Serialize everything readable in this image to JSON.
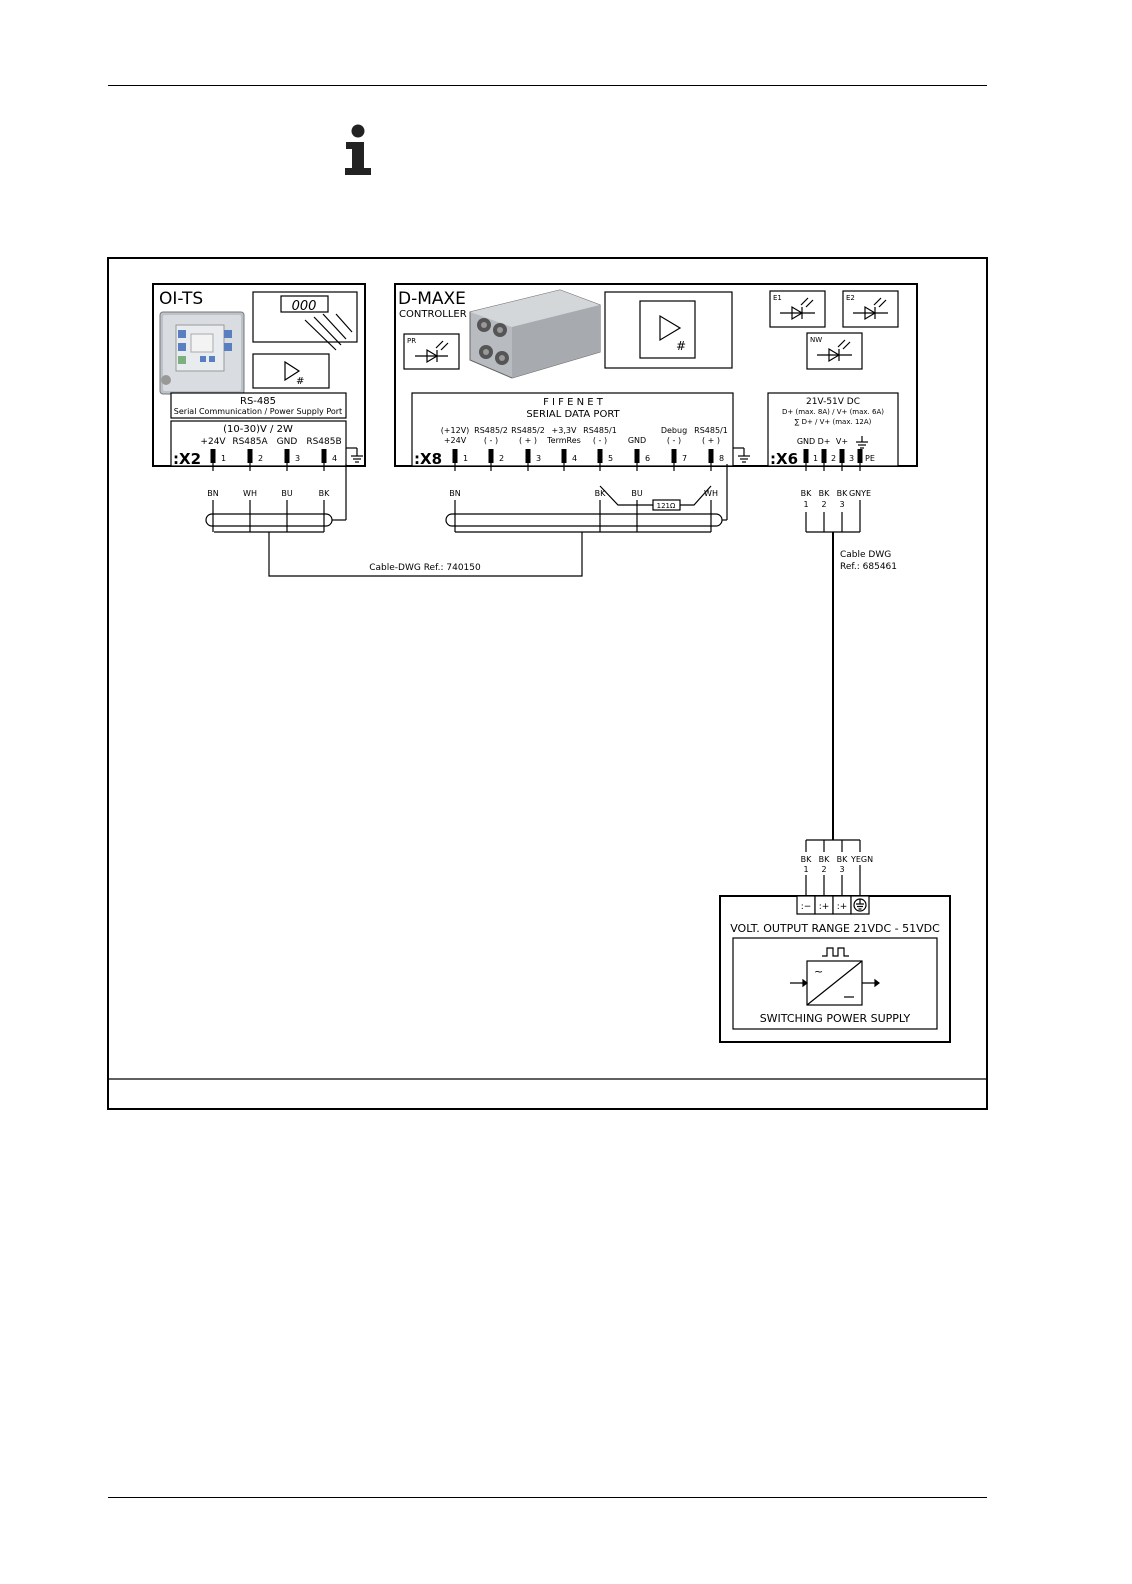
{
  "oits": {
    "title": "OI-TS",
    "display_value": "000",
    "port_title": "RS-485",
    "port_subtitle": "Serial Communication / Power Supply Port",
    "supply": "(10-30)V / 2W",
    "connector": ":X2",
    "pins": [
      {
        "label": "+24V",
        "num": "1",
        "wire": "BN"
      },
      {
        "label": "RS485A",
        "num": "2",
        "wire": "WH"
      },
      {
        "label": "GND",
        "num": "3",
        "wire": "BU"
      },
      {
        "label": "RS485B",
        "num": "4",
        "wire": "BK"
      }
    ]
  },
  "dmaxe": {
    "title": "D-MAXE",
    "subtitle": "CONTROLLER",
    "indicator_pr": "PR",
    "indicator_e1": "E1",
    "indicator_e2": "E2",
    "indicator_nw": "NW",
    "port_title": "F I F E N E T",
    "port_subtitle": "SERIAL DATA PORT",
    "connector": ":X8",
    "pins": [
      {
        "top": "(+12V)",
        "label": "+24V",
        "num": "1",
        "wire": "BN"
      },
      {
        "top": "RS485/2",
        "label": "( - )",
        "num": "2",
        "wire": ""
      },
      {
        "top": "RS485/2",
        "label": "( + )",
        "num": "3",
        "wire": ""
      },
      {
        "top": "+3,3V",
        "label": "TermRes",
        "num": "4",
        "wire": ""
      },
      {
        "top": "RS485/1",
        "label": "( - )",
        "num": "5",
        "wire": "BK"
      },
      {
        "top": "",
        "label": "GND",
        "num": "6",
        "wire": "BU"
      },
      {
        "top": "Debug",
        "label": "( - )",
        "num": "7",
        "wire": ""
      },
      {
        "top": "RS485/1",
        "label": "( + )",
        "num": "8",
        "wire": "WH"
      }
    ],
    "resistor": "121Ω",
    "power_title": "21V-51V DC",
    "power_line1": "D+ (max. 8A)   /   V+ (max. 6A)",
    "power_line2": "∑ D+ / V+   (max. 12A)",
    "power_connector": ":X6",
    "power_pins": [
      {
        "label": "GND",
        "num": "1",
        "wire": "BK",
        "wire_num": "1"
      },
      {
        "label": "D+",
        "num": "2",
        "wire": "BK",
        "wire_num": "2"
      },
      {
        "label": "V+",
        "num": "3",
        "wire": "BK",
        "wire_num": "3"
      },
      {
        "label": "PE",
        "num": "",
        "wire": "GNYE",
        "wire_num": ""
      }
    ]
  },
  "cables": {
    "cable1": "Cable-DWG Ref.: 740150",
    "cable2_line1": "Cable DWG",
    "cable2_line2": "Ref.:  685461"
  },
  "psu": {
    "wires": [
      {
        "wire": "BK",
        "num": "1",
        "terminal": ":−"
      },
      {
        "wire": "BK",
        "num": "2",
        "terminal": ":+"
      },
      {
        "wire": "BK",
        "num": "3",
        "terminal": ":+"
      },
      {
        "wire": "YEGN",
        "num": "",
        "terminal": ""
      }
    ],
    "range": "VOLT.  OUTPUT RANGE  21VDC - 51VDC",
    "name": "SWITCHING POWER SUPPLY"
  }
}
